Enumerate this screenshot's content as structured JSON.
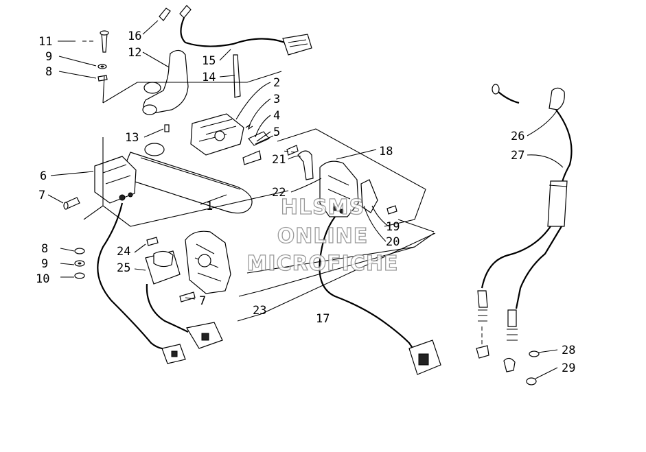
{
  "callouts": {
    "c1": "1",
    "c2": "2",
    "c3": "3",
    "c4": "4",
    "c5": "5",
    "c6": "6",
    "c7a": "7",
    "c7b": "7",
    "c8a": "8",
    "c8b": "8",
    "c9a": "9",
    "c9b": "9",
    "c10": "10",
    "c11": "11",
    "c12": "12",
    "c13": "13",
    "c14": "14",
    "c15": "15",
    "c16": "16",
    "c17": "17",
    "c18": "18",
    "c19": "19",
    "c20": "20",
    "c21": "21",
    "c22": "22",
    "c23": "23",
    "c24": "24",
    "c25": "25",
    "c26": "26",
    "c27": "27",
    "c28": "28",
    "c29": "29"
  },
  "watermark": {
    "line1": "HLSMS",
    "line2": "ONLINE",
    "line3": "MICROFICHE"
  }
}
